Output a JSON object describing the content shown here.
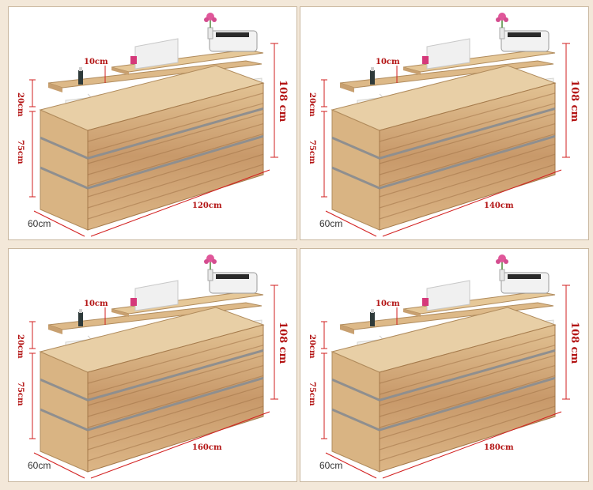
{
  "colors": {
    "dimension_line": "#d21f1f",
    "dimension_text": "#b31414",
    "wood_light": "#ddb988",
    "wood_dark": "#b68655",
    "inlay_strip": "#8f8f8f",
    "background": "#f3e8d9"
  },
  "panels": [
    {
      "height_total": "108 cm",
      "height_upper": "20cm",
      "height_lower": "75cm",
      "shelf_gap": "10cm",
      "depth": "60cm",
      "length": "120cm"
    },
    {
      "height_total": "108 cm",
      "height_upper": "20cm",
      "height_lower": "75cm",
      "shelf_gap": "10cm",
      "depth": "60cm",
      "length": "140cm"
    },
    {
      "height_total": "108 cm",
      "height_upper": "20cm",
      "height_lower": "75cm",
      "shelf_gap": "10cm",
      "depth": "60cm",
      "length": "160cm"
    },
    {
      "height_total": "108 cm",
      "height_upper": "20cm",
      "height_lower": "75cm",
      "shelf_gap": "10cm",
      "depth": "60cm",
      "length": "180cm"
    }
  ]
}
